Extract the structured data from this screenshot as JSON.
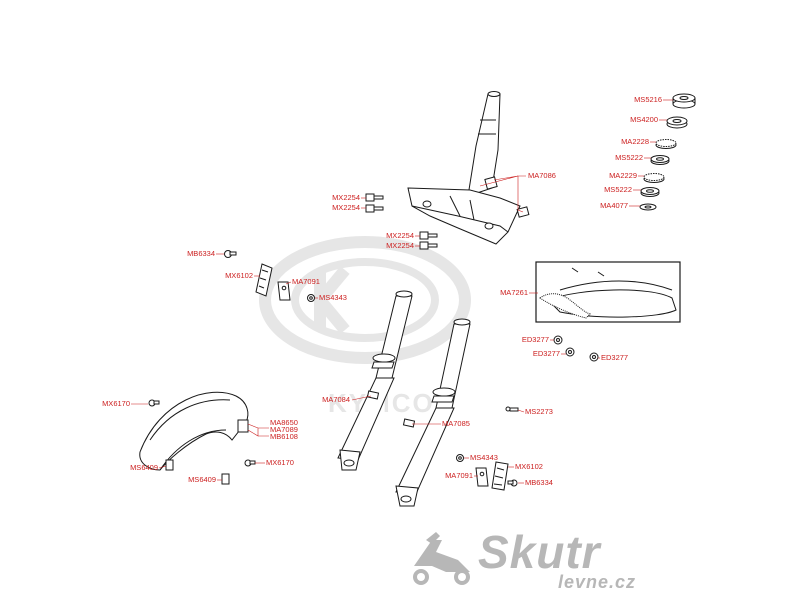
{
  "colors": {
    "label": "#cc1f1f",
    "leader": "#cc1f1f",
    "part_stroke": "#1a1a1a",
    "part_fill": "#ffffff",
    "watermark": "#e6e6e6",
    "logo_gray": "#b7b7b7"
  },
  "watermark": {
    "brand": "KYMCO"
  },
  "site_logo": {
    "name": "Skutr",
    "domain": "levne.cz"
  },
  "labels": {
    "ms5216": "MS5216",
    "ms4200": "MS4200",
    "ma2228": "MA2228",
    "ms5222_a": "MS5222",
    "ma2229": "MA2229",
    "ms5222_b": "MS5222",
    "ma4077": "MA4077",
    "ma7086": "MA7086",
    "mx2254_a": "MX2254",
    "mx2254_b": "MX2254",
    "mx2254_c": "MX2254",
    "mx2254_d": "MX2254",
    "mb6334_a": "MB6334",
    "mx6102_a": "MX6102",
    "ma7091_a": "MA7091",
    "ms4343_a": "MS4343",
    "ma7261": "MA7261",
    "ed3277_a": "ED3277",
    "ed3277_b": "ED3277",
    "ed3277_c": "ED3277",
    "mx6170_a": "MX6170",
    "ma8650": "MA8650",
    "ma7089": "MA7089",
    "mb6108": "MB6108",
    "ms6409_a": "MS6409",
    "ms6409_b": "MS6409",
    "mx6170_b": "MX6170",
    "ma7084": "MA7084",
    "ma7085": "MA7085",
    "ms2273": "MS2273",
    "ms4343_b": "MS4343",
    "ma7091_b": "MA7091",
    "mx6102_b": "MX6102",
    "mb6334_b": "MB6334"
  }
}
